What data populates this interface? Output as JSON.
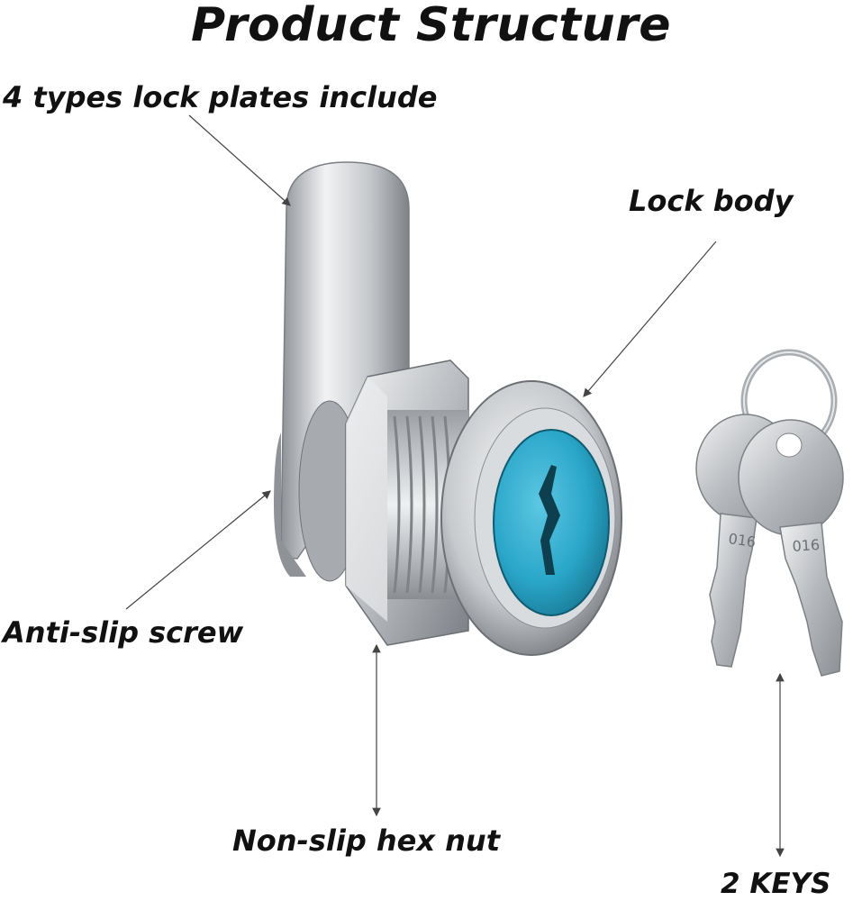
{
  "title": "Product Structure",
  "labels": {
    "lock_plates": "4 types lock plates include",
    "lock_body": "Lock body",
    "anti_slip_screw": "Anti-slip screw",
    "hex_nut": "Non-slip hex nut",
    "keys": "2 KEYS"
  },
  "key_code": "016",
  "colors": {
    "background": "#ffffff",
    "text": "#111111",
    "metal": "#c8cbce",
    "cylinder_face": "#2aa6c8",
    "leader_line": "#444444"
  }
}
